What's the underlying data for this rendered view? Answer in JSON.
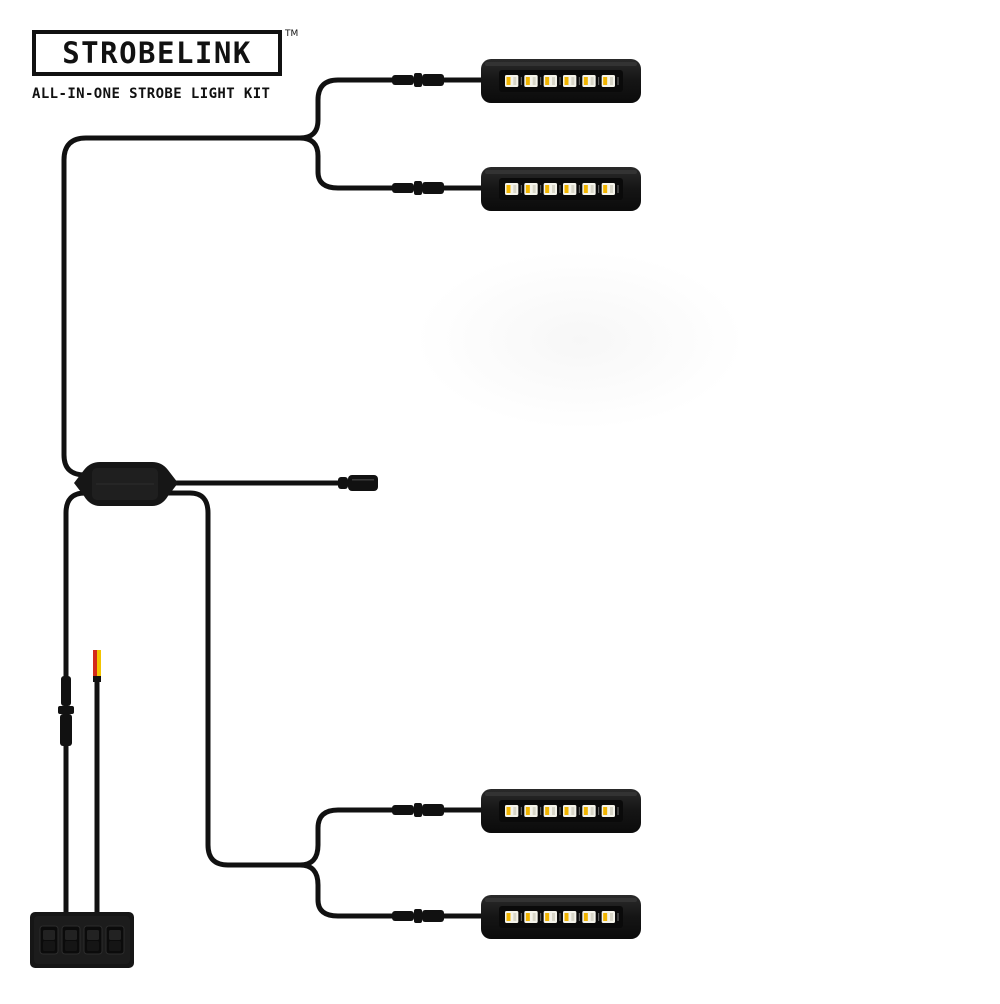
{
  "brand": {
    "name": "STROBELINK",
    "trademark": "TM",
    "tagline": "ALL-IN-ONE STROBE LIGHT KIT"
  },
  "kit": {
    "light_bar_count": 4,
    "leds_per_bar": 6,
    "switch_count": 4
  },
  "colors": {
    "cable": "#111111",
    "housing": "#161616",
    "led_white": "#f4f3ea",
    "led_amber": "#f0b400",
    "wire_red": "#d42a1a",
    "wire_yellow": "#f2c400"
  }
}
